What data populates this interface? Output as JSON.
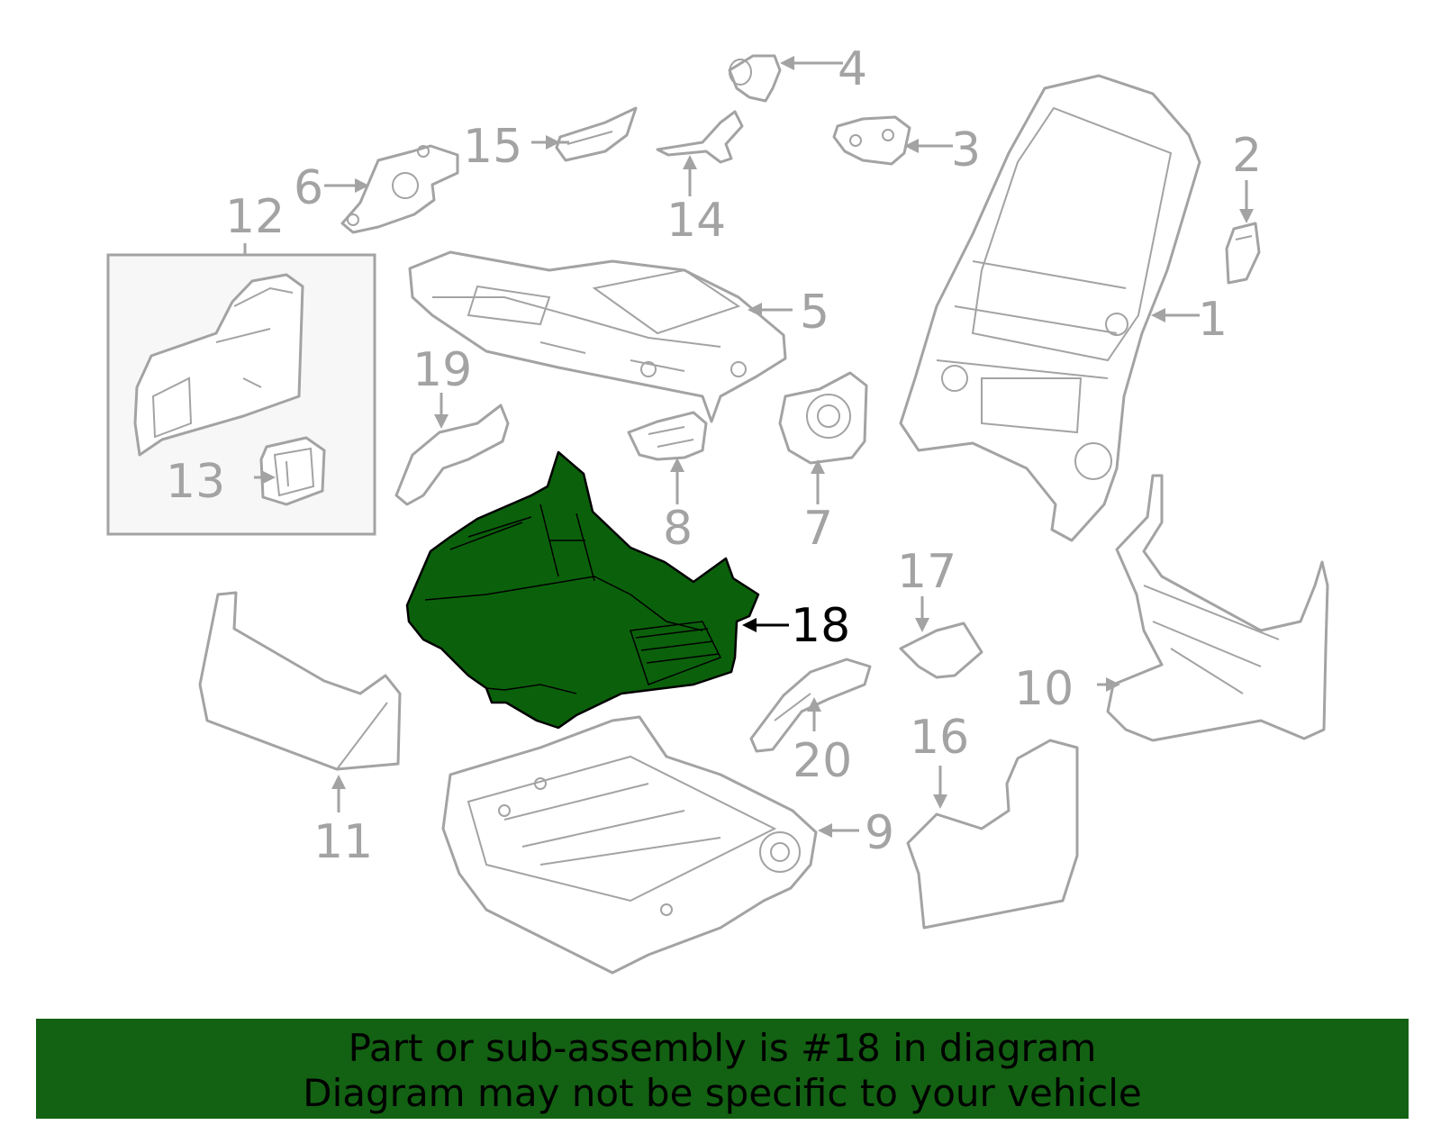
{
  "diagram": {
    "highlighted_part": "18",
    "highlight_color": "#0b610b",
    "line_color": "#a3a3a3",
    "callouts": [
      "1",
      "2",
      "3",
      "4",
      "5",
      "6",
      "7",
      "8",
      "9",
      "10",
      "11",
      "12",
      "13",
      "14",
      "15",
      "16",
      "17",
      "18",
      "19",
      "20"
    ]
  },
  "banner": {
    "background_color": "#136113",
    "line1": "Part or sub-assembly is #18 in diagram",
    "line2": "Diagram may not be specific to your vehicle"
  }
}
